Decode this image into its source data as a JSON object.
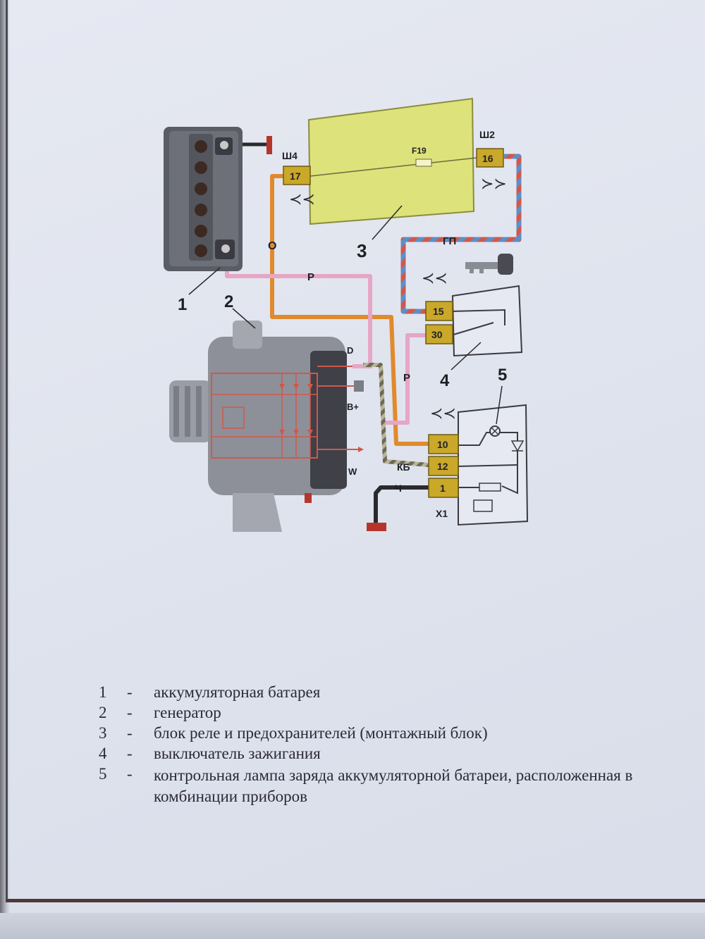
{
  "diagram": {
    "callouts": [
      "1",
      "2",
      "3",
      "4",
      "5"
    ],
    "connectors": {
      "sh4": "Ш4",
      "sh2": "Ш2",
      "pin17": "17",
      "pin16": "16",
      "fuse": "F19",
      "pin15": "15",
      "pin30": "30",
      "pin10": "10",
      "pin12": "12",
      "pin1": "1",
      "x1": "X1"
    },
    "wires": {
      "o": "О",
      "r": "Р",
      "r2": "Р",
      "gp": "ГП",
      "kb": "КБ",
      "ch": "Ч"
    },
    "terminals": {
      "d": "D",
      "bplus": "B+",
      "w": "W"
    },
    "colors": {
      "block_fill": "#dde27a",
      "pin_fill": "#c9a82a",
      "orange_wire": "#e08a2e",
      "pink_wire": "#e6a6c6",
      "blue_wire": "#5b8fc8",
      "red_wire": "#d0584a",
      "ground": "#b5352c"
    }
  },
  "legend": [
    {
      "num": "1",
      "dash": "-",
      "text": "аккумуляторная батарея"
    },
    {
      "num": "2",
      "dash": "-",
      "text": "генератор"
    },
    {
      "num": "3",
      "dash": "-",
      "text": "блок реле и предохранителей  (монтажный блок)"
    },
    {
      "num": "4",
      "dash": "-",
      "text": "выключатель зажигания"
    },
    {
      "num": "5",
      "dash": "-",
      "text": "контрольная лампа заряда аккумуляторной батареи, расположенная в комбинации приборов"
    }
  ]
}
